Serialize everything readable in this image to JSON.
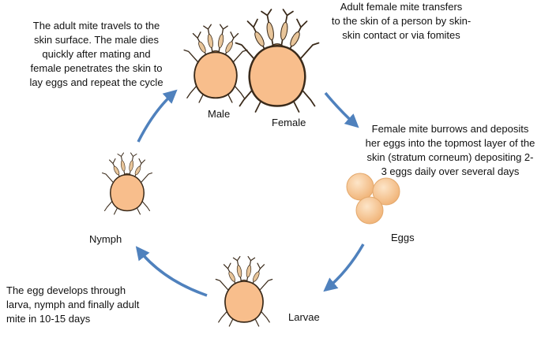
{
  "texts": {
    "adult_travel": "The adult mite travels to the\nskin surface. The male dies\nquickly after mating and\nfemale penetrates the skin to\nlay eggs and repeat the cycle",
    "transfer": "Adult female mite transfers\nto the skin of a person by skin-\nskin  contact or via fomites",
    "burrow": "Female mite burrows and deposits\nher eggs into the topmost layer of the\nskin  (stratum corneum) depositing 2-\n3 eggs daily over several days",
    "develop": "The egg develops through\nlarva, nymph and finally adult\nmite in 10-15 days"
  },
  "labels": {
    "male": "Male",
    "female": "Female",
    "eggs": "Eggs",
    "larvae": "Larvae",
    "nymph": "Nymph"
  },
  "colors": {
    "arrow": "#4f81bd",
    "mite_body": "#f8be8c",
    "mite_outline": "#3a2a1a",
    "leg_fill": "#e8c59a",
    "egg": "#f6c48f"
  }
}
